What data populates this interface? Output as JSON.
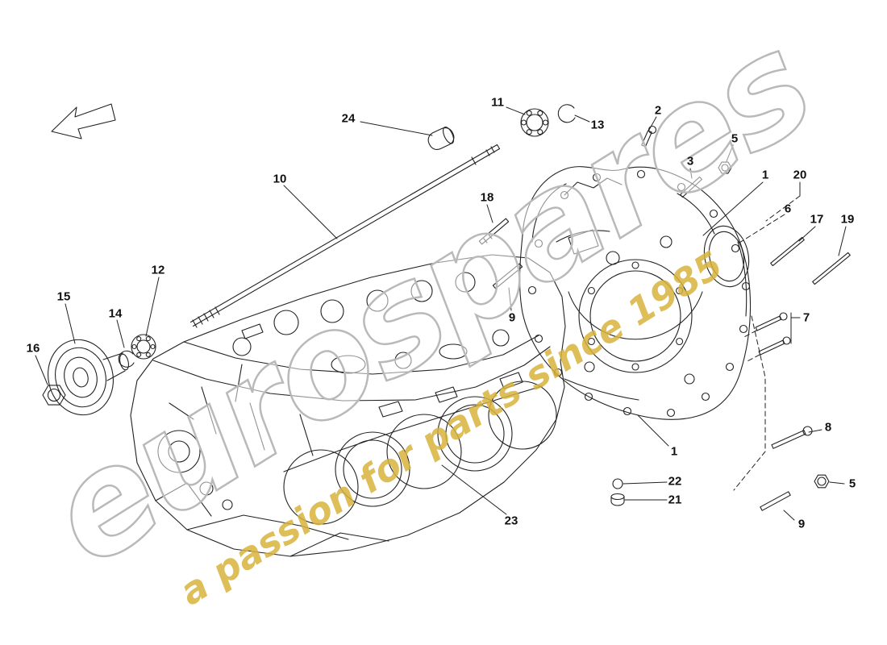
{
  "watermark": {
    "brand": "eurospares",
    "tagline": "a passion for parts since 1985"
  },
  "colors": {
    "line": "#222222",
    "brand_stroke": "#b9b9b9",
    "tagline": "#d7b33c"
  },
  "callouts": [
    {
      "label": "24"
    },
    {
      "label": "11"
    },
    {
      "label": "13"
    },
    {
      "label": "2"
    },
    {
      "label": "3"
    },
    {
      "label": "5"
    },
    {
      "label": "1"
    },
    {
      "label": "20"
    },
    {
      "label": "6"
    },
    {
      "label": "17"
    },
    {
      "label": "19"
    },
    {
      "label": "18"
    },
    {
      "label": "10"
    },
    {
      "label": "9"
    },
    {
      "label": "12"
    },
    {
      "label": "14"
    },
    {
      "label": "15"
    },
    {
      "label": "16"
    },
    {
      "label": "7"
    },
    {
      "label": "8"
    },
    {
      "label": "5"
    },
    {
      "label": "9"
    },
    {
      "label": "22"
    },
    {
      "label": "21"
    },
    {
      "label": "23"
    },
    {
      "label": "1"
    }
  ]
}
